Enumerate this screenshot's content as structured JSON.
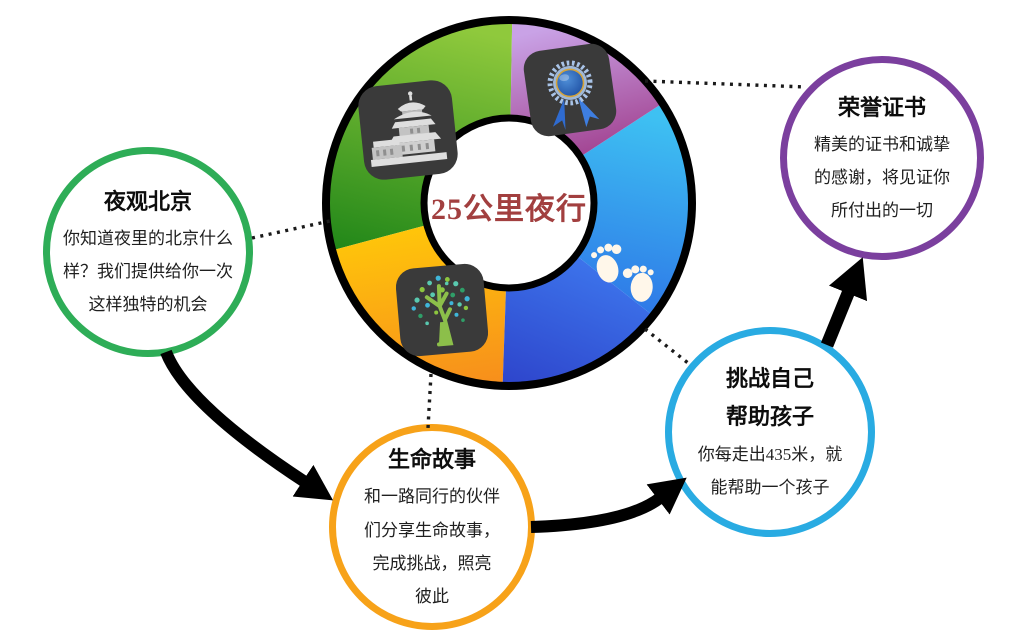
{
  "center": {
    "label": "25公里夜行",
    "label_color": "#a23f3f"
  },
  "donut": {
    "segments": [
      {
        "name": "green",
        "icon": "temple-icon",
        "color_from": "#86c32f",
        "color_to": "#0d7a12",
        "from_deg": 89,
        "to_deg": 195
      },
      {
        "name": "orange",
        "icon": "tree-icon",
        "color_from": "#ffc50a",
        "color_to": "#f78e1c",
        "from_deg": 195,
        "to_deg": 268
      },
      {
        "name": "royal-blue",
        "icon": "",
        "color_from": "#3e78ee",
        "color_to": "#2e46cc",
        "from_deg": 268,
        "to_deg": 322
      },
      {
        "name": "cyan",
        "icon": "footprints-icon",
        "color_from": "#3ec1f2",
        "color_to": "#2c70e6",
        "from_deg": 322,
        "to_deg": 393
      },
      {
        "name": "purple",
        "icon": "award-ribbon-icon",
        "color_from": "#c9a2e6",
        "color_to": "#9c3584",
        "from_deg": 33,
        "to_deg": 89
      }
    ]
  },
  "icons": [
    {
      "name": "temple-icon",
      "meaning": "Temple of Heaven / night Beijing sightseeing"
    },
    {
      "name": "award-ribbon-icon",
      "meaning": "honor certificate rosette ribbon"
    },
    {
      "name": "footprints-icon",
      "meaning": "walking footprints / challenge"
    },
    {
      "name": "tree-icon",
      "meaning": "tree of life / life story"
    }
  ],
  "nodes": [
    {
      "id": "night-beijing",
      "title": "夜观北京",
      "body": "你知道夜里的北京什么\n样？我们提供给你一次\n这样独特的机会",
      "border_color": "#2ead57"
    },
    {
      "id": "life-story",
      "title": "生命故事",
      "body": "和一路同行的伙伴\n们分享生命故事，\n完成挑战，照亮\n彼此",
      "border_color": "#f7a219"
    },
    {
      "id": "challenge",
      "title": "挑战自己\n帮助孩子",
      "body": "你每走出435米，就\n能帮助一个孩子",
      "border_color": "#29abe2"
    },
    {
      "id": "certificate",
      "title": "荣誉证书",
      "body": "精美的证书和诚挚\n的感谢，将见证你\n所付出的一切",
      "border_color": "#7b3f9e"
    }
  ],
  "flow_arrows": [
    {
      "from": "night-beijing",
      "to": "life-story"
    },
    {
      "from": "life-story",
      "to": "challenge"
    },
    {
      "from": "challenge",
      "to": "certificate"
    }
  ]
}
